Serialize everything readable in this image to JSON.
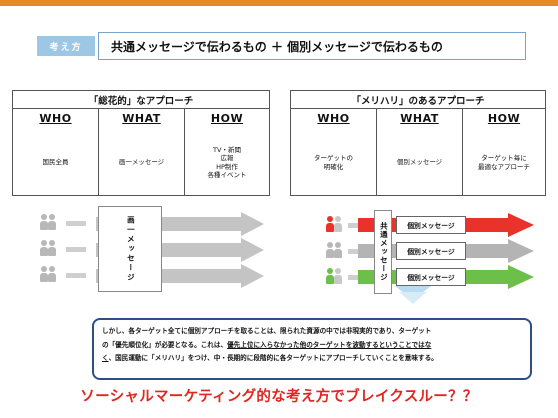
{
  "header": {
    "tag": "考え方",
    "headline": "共通メッセージで伝わるもの ＋ 個別メッセージで伝わるもの"
  },
  "left_table": {
    "title": "「総花的」なアプローチ",
    "columns": [
      {
        "head": "WHO",
        "body": "国民全員"
      },
      {
        "head": "WHAT",
        "body": "画一メッセージ"
      },
      {
        "head": "HOW",
        "body": "TV・新聞\n広報\nHP制作\n各種イベント"
      }
    ]
  },
  "right_table": {
    "title": "「メリハリ」のあるアプローチ",
    "columns": [
      {
        "head": "WHO",
        "body": "ターゲットの\n明確化"
      },
      {
        "head": "WHAT",
        "body": "個別メッセージ"
      },
      {
        "head": "HOW",
        "body": "ターゲット毎に\n最適なアプローチ"
      }
    ]
  },
  "left_flow": {
    "vertical_label": "画一メッセージ"
  },
  "right_flow": {
    "vertical_label": "共通メッセージ",
    "messages": [
      "個別メッセージ",
      "個別メッセージ",
      "個別メッセージ"
    ],
    "arrow_colors": [
      "#e8322a",
      "#b4b4b4",
      "#6cc04a"
    ]
  },
  "note": {
    "line1": "しかし、各ターゲット全てに個別アプローチを取ることは、限られた資源の中では非現実的であり、ターゲット",
    "line2a": "の「優先順位化」が必要となる。これは、",
    "line2b": "優先上位に入らなかった他のターゲットを波動するということではな",
    "line3a": "く",
    "line3b": "、国民運動に「メリハリ」をつけ、中・長期的に段階的に各ターゲットにアプローチしていくことを意味する。"
  },
  "bottom_title": "ソーシャルマーケティング的な考え方でブレイクスルー？？"
}
